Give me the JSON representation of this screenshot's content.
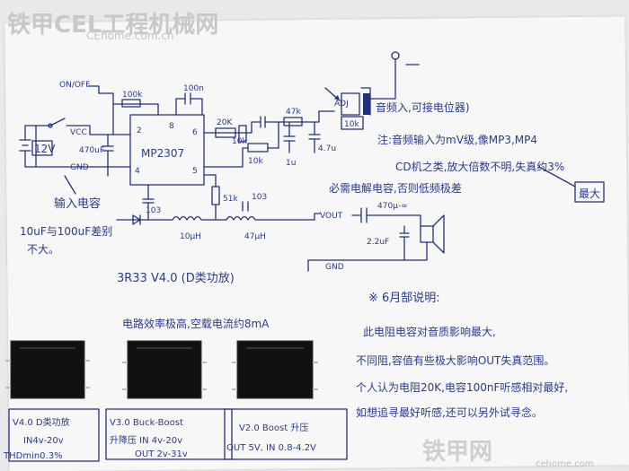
{
  "watermarks": {
    "top_left": "铁甲CEL工程机械网",
    "top_left_url": "CEhome.com.cn",
    "bottom_right": "铁甲网",
    "bottom_right_url": "cehome.com"
  },
  "circuit": {
    "ic_name": "MP2307",
    "pins": [
      "2",
      "8",
      "6",
      "4",
      "5"
    ],
    "labels": {
      "onoff": "ON/OFF",
      "vcc": "VCC",
      "gnd": "GND",
      "battery": "12V",
      "c_in": "470uF",
      "r_100k": "100k",
      "c_100n": "100n",
      "r_20k": "20K",
      "r_10k_top": "10k",
      "r_10k_mid": "10k",
      "r_47k": "47k",
      "c_1u": "1u",
      "c_47u": "4.7u",
      "adj": "ADJ",
      "r_10k_pot": "10k",
      "c_103_a": "103",
      "c_103_b": "103",
      "r_51k": "51k",
      "l_10uh": "10μH",
      "l_47uh": "47μH",
      "vout": "VOUT",
      "c_out": "470μ-∞",
      "c_22uf": "2.2uF",
      "gnd_out": "GND"
    },
    "notes": {
      "audio_in": "音频入,可接电位器)",
      "note_line1": "注:音频输入为mV级,像MP3,MP4",
      "note_line2": "CD机之类,放大倍数不明,失真约3%",
      "note_line3": "必需电解电容,否则低频极差",
      "max": "最大",
      "input_cap": "输入电容",
      "cap_note1": "10uF与100uF差别",
      "cap_note2": "不大。"
    },
    "title": "3R33   V4.0 (D类功放)",
    "explain_title": "※ 6月郜说明:",
    "explain_lines": [
      "此电阻电容对音质影响最大,",
      "不同阻,容值有些极大影响OUT失真范围。",
      "个人认为电阻20K,电容100nF听感相对最好,",
      "如想追寻最好听感,还可以另外试寻念。"
    ],
    "efficiency": "电路效率极高,空载电流约8mA"
  },
  "modules": [
    {
      "title": "V4.0  D类功放",
      "spec1": "IN4v-20v",
      "spec2": "THDmin0.3%"
    },
    {
      "title": "V3.0  Buck-Boost",
      "spec1": "升降压  IN 4v-20v",
      "spec2": "OUT 2v-31v"
    },
    {
      "title": "V2.0  Boost 升压",
      "spec1": "OUT 5V, IN 0.8-4.2V",
      "spec2": ""
    }
  ]
}
